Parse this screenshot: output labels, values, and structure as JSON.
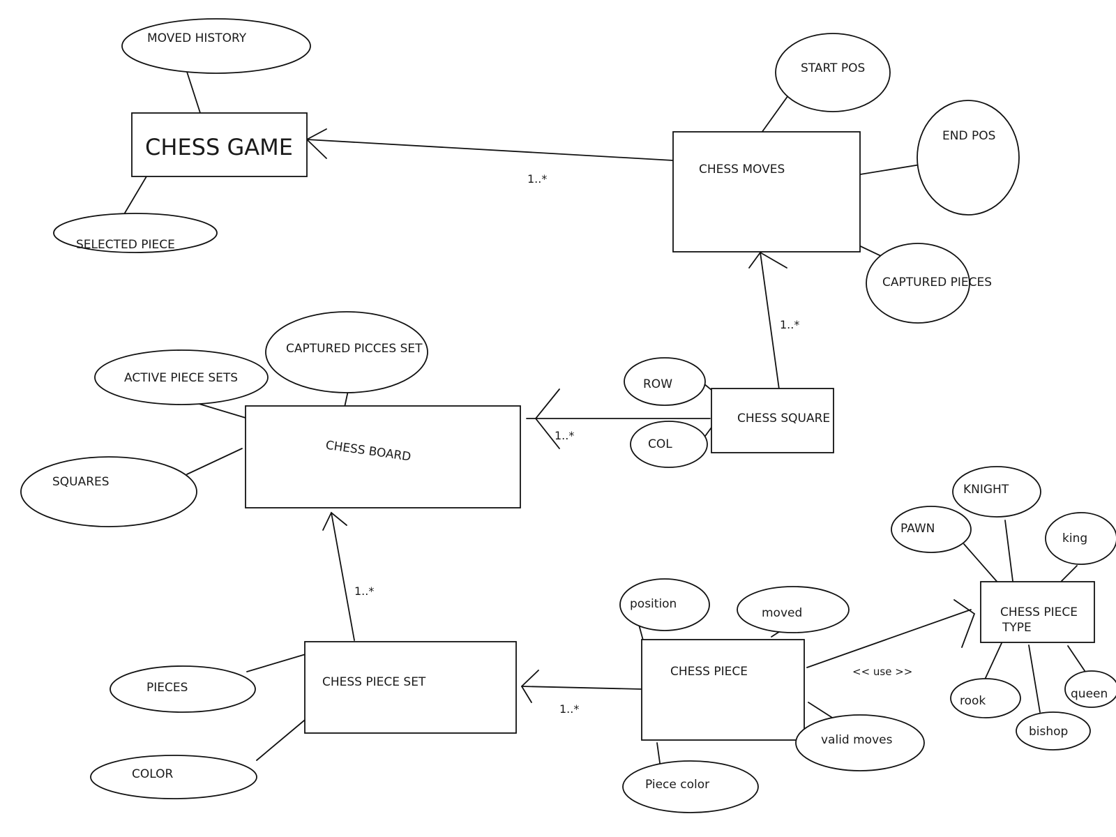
{
  "entities": {
    "chess_game": "CHESS GAME",
    "chess_moves": "CHESS MOVES",
    "chess_board": "CHESS BOARD",
    "chess_square": "CHESS SQUARE",
    "chess_piece_set": "CHESS PIECE SET",
    "chess_piece": "CHESS PIECE",
    "chess_piece_type_line1": "CHESS PIECE",
    "chess_piece_type_line2": "TYPE"
  },
  "attributes": {
    "moved_history": "MOVED HISTORY",
    "selected_piece": "SELECTED PIECE",
    "start_pos": "START POS",
    "end_pos": "END POS",
    "captured_pieces": "CAPTURED PIECES",
    "captured_picces_set": "CAPTURED PICCES SET",
    "active_piece_sets": "ACTIVE PIECE SETS",
    "squares": "SQUARES",
    "row": "ROW",
    "col": "COL",
    "pieces": "PIECES",
    "color": "COLOR",
    "position": "position",
    "moved": "moved",
    "valid_moves": "valid moves",
    "piece_color": "Piece color",
    "pawn": "PAWN",
    "knight": "KNIGHT",
    "king": "king",
    "rook": "rook",
    "bishop": "bishop",
    "queen": "queen"
  },
  "relationships": {
    "moves_to_game": "1..*",
    "square_to_moves": "1..*",
    "square_to_board": "1..*",
    "set_to_board": "1..*",
    "piece_to_set": "1..*",
    "piece_uses_type": "<< use >>"
  }
}
